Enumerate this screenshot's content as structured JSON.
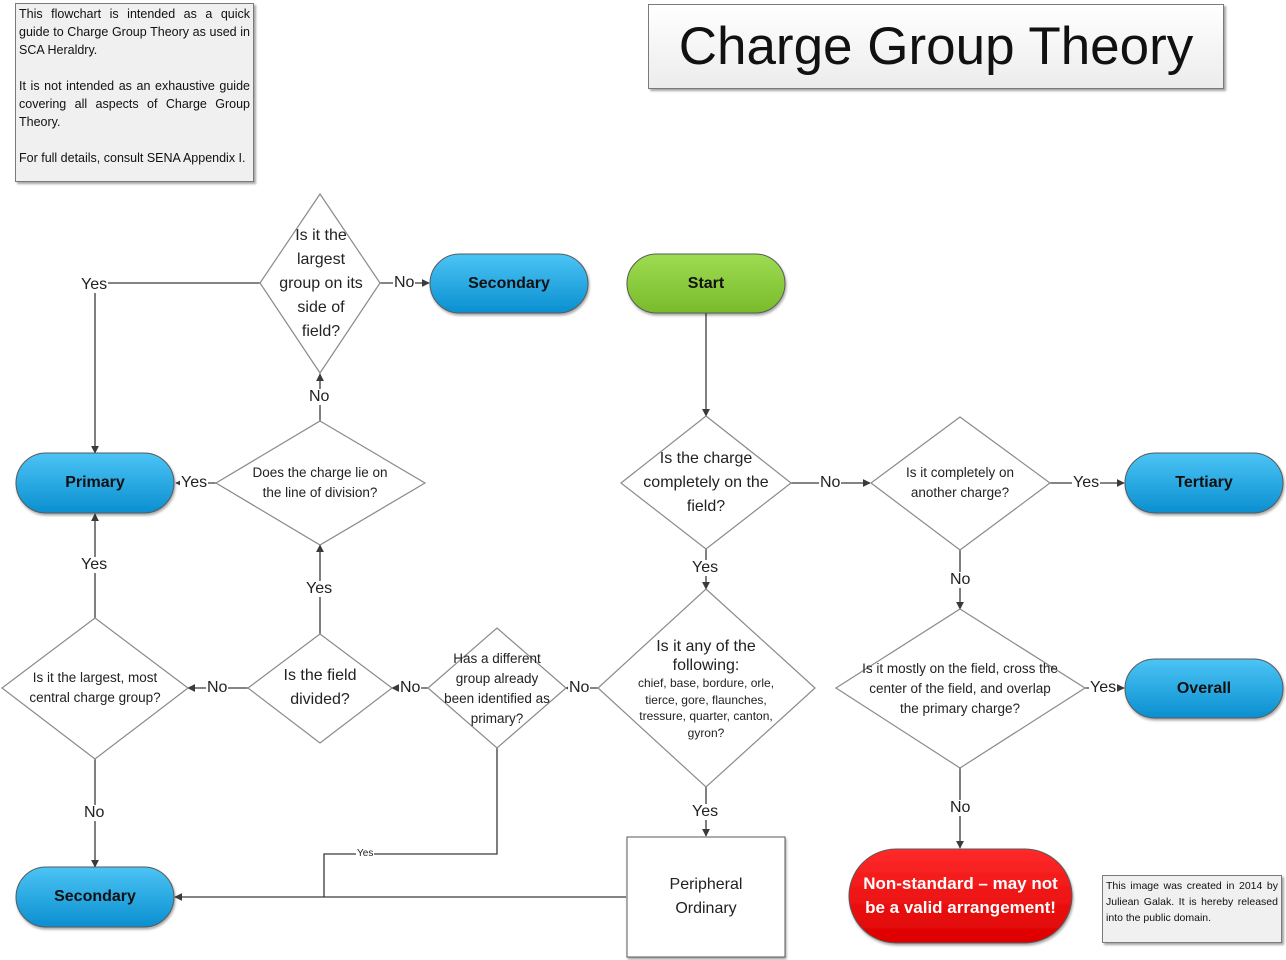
{
  "title": "Charge Group Theory",
  "info_note": [
    "This flowchart is intended as a quick guide to Charge Group Theory as used in SCA Heraldry.",
    "It is not intended as an exhaustive guide covering all aspects of Charge Group Theory.",
    "For full details, consult SENA Appendix I."
  ],
  "credit_note": "This image was created in 2014 by Juliean Galak.  It is hereby released into the public domain.",
  "nodes": {
    "start": "Start",
    "q_completely_on_field": "Is the charge completely on the field?",
    "q_on_another_charge": "Is it completely on another charge?",
    "tertiary": "Tertiary",
    "q_peripheral": "Is it any of the following:",
    "q_peripheral_list": "chief, base, bordure, orle, tierce, gore, flaunches, tressure, quarter, canton, gyron?",
    "peripheral_ordinary": "Peripheral Ordinary",
    "q_overall": "Is it mostly on the field, cross the center of the field, and overlap the primary charge?",
    "overall": "Overall",
    "non_standard": "Non-standard – may not be a valid arrangement!",
    "q_different_group_primary": "Has a different group already been identified as primary?",
    "q_field_divided": "Is the field divided?",
    "q_largest_central": "Is it the largest, most central charge group?",
    "q_line_of_division": "Does the charge lie on the line of division?",
    "q_largest_side": "Is it the largest group on its side of field?",
    "primary": "Primary",
    "secondary_top": "Secondary",
    "secondary_bottom": "Secondary"
  },
  "labels": {
    "yes": "Yes",
    "no": "No"
  },
  "colors": {
    "start": "#8fcc3c",
    "blue_terminal": "#1ba1e2",
    "red_terminal": "#ee1111",
    "decision_fill": "#ffffff",
    "stroke": "#444444"
  }
}
